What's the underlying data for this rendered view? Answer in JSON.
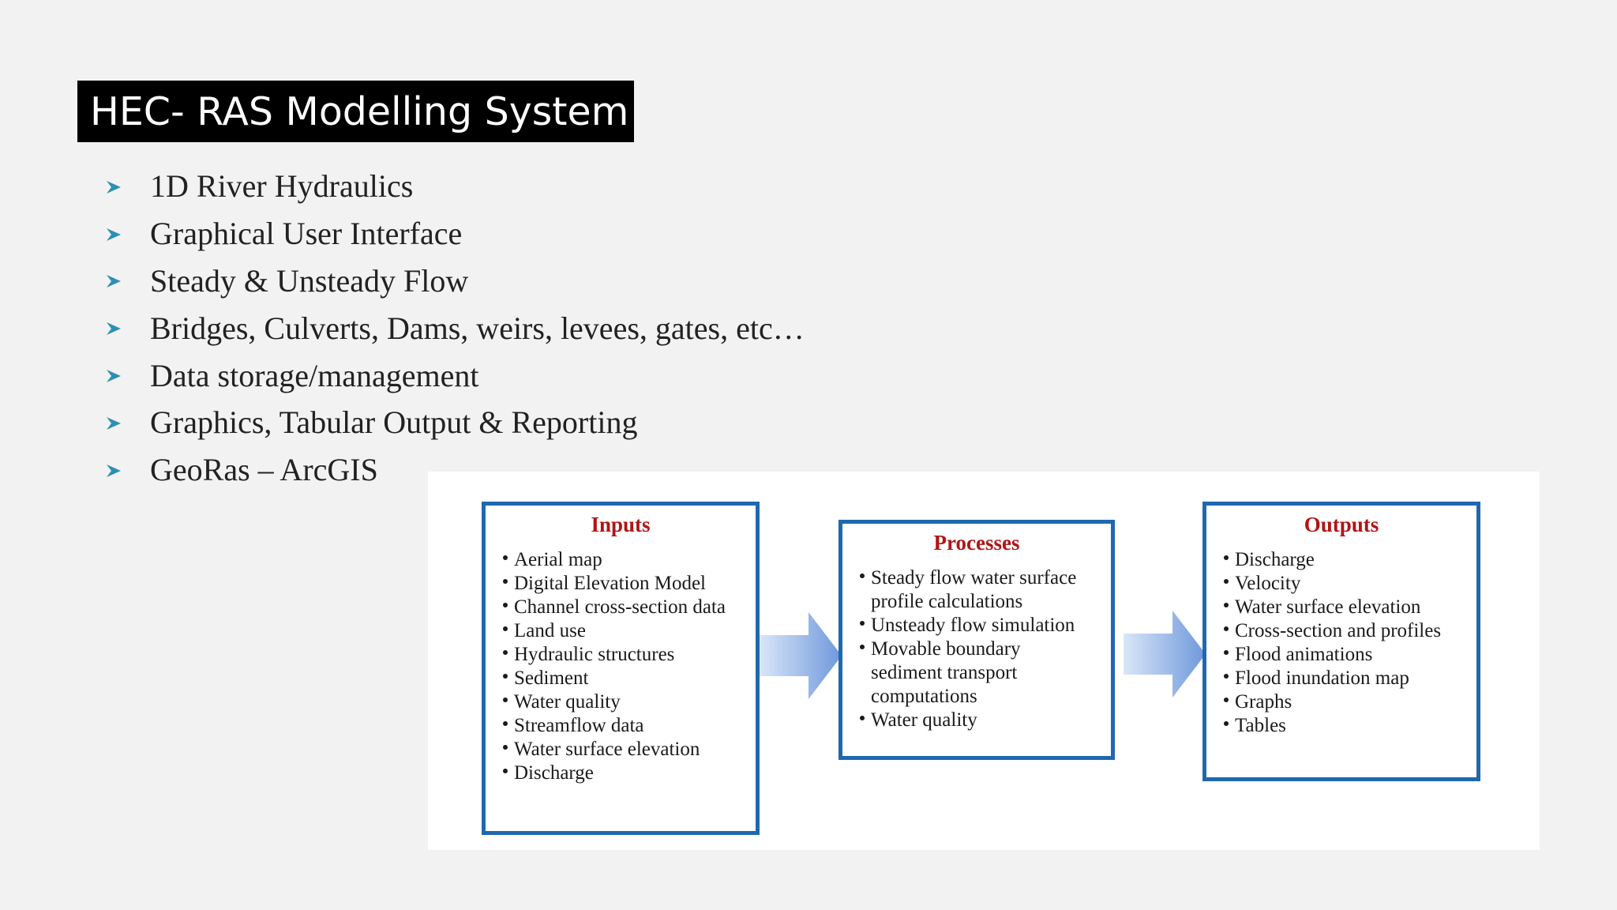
{
  "title": "HEC- RAS Modelling System",
  "bullets": [
    "1D River Hydraulics",
    "Graphical User Interface",
    "Steady & Unsteady Flow",
    "Bridges, Culverts, Dams,  weirs, levees, gates, etc…",
    "Data storage/management",
    "Graphics, Tabular Output & Reporting",
    "GeoRas – ArcGIS"
  ],
  "colors": {
    "background": "#f2f2f2",
    "title_bar": "#000000",
    "title_text": "#ffffff",
    "bullet_arrow": "#2e8fb3",
    "box_border": "#1f68b0",
    "box_heading": "#b01515",
    "flow_arrow": "#6e98dc"
  },
  "icons": {
    "bullet": "chevron-arrow-icon",
    "flow": "right-arrow-icon"
  },
  "diagram": {
    "inputs": {
      "heading": "Inputs",
      "items": [
        "Aerial map",
        "Digital Elevation Model",
        "Channel cross-section data",
        "Land use",
        "Hydraulic structures",
        "Sediment",
        "Water quality",
        "Streamflow data",
        "Water surface elevation",
        "Discharge"
      ]
    },
    "processes": {
      "heading": "Processes",
      "items": [
        "Steady flow water surface",
        "profile calculations",
        "Unsteady flow simulation",
        "Movable boundary",
        "sediment transport",
        "computations",
        "Water quality"
      ]
    },
    "outputs": {
      "heading": "Outputs",
      "items": [
        "Discharge",
        "Velocity",
        "Water surface elevation",
        "Cross-section and profiles",
        "Flood animations",
        "Flood inundation map",
        "Graphs",
        "Tables"
      ]
    }
  }
}
